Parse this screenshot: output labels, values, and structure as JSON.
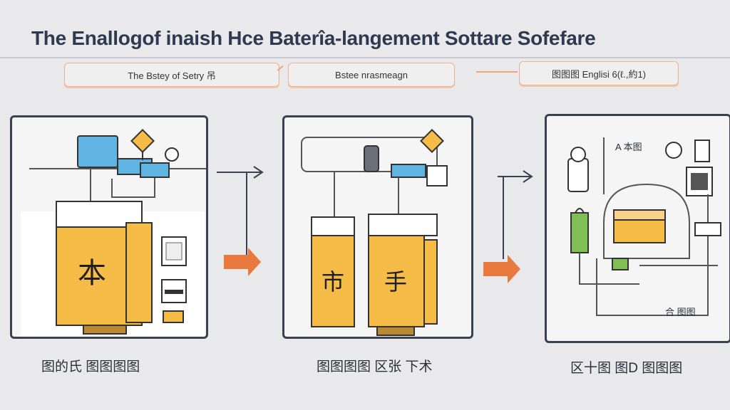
{
  "title": "The Enallogof inaish Hce Baterîa-langement Sottare Sofefare",
  "tabs": [
    {
      "label": "The Bstey of Setry 吊"
    },
    {
      "label": "Bstee nrasmeagn"
    },
    {
      "label": "图图图 Englisi 6(ℓ.,約1)"
    }
  ],
  "panels": [
    {
      "glyphs": [
        "本"
      ],
      "caption": "图的氏 图图图图"
    },
    {
      "glyphs": [
        "市",
        "手"
      ],
      "caption": "图图图图 区张 下术"
    },
    {
      "glyphs": [],
      "labels": [
        "A 本图",
        "合 图图"
      ],
      "caption": "区十图 图D 图图图"
    }
  ],
  "colors": {
    "accent": "#f0a47a",
    "orange_arrow": "#e8793f",
    "battery": "#f5bc47",
    "blue": "#5fb4e1",
    "green": "#7fbf55",
    "outline": "#3b4150"
  }
}
